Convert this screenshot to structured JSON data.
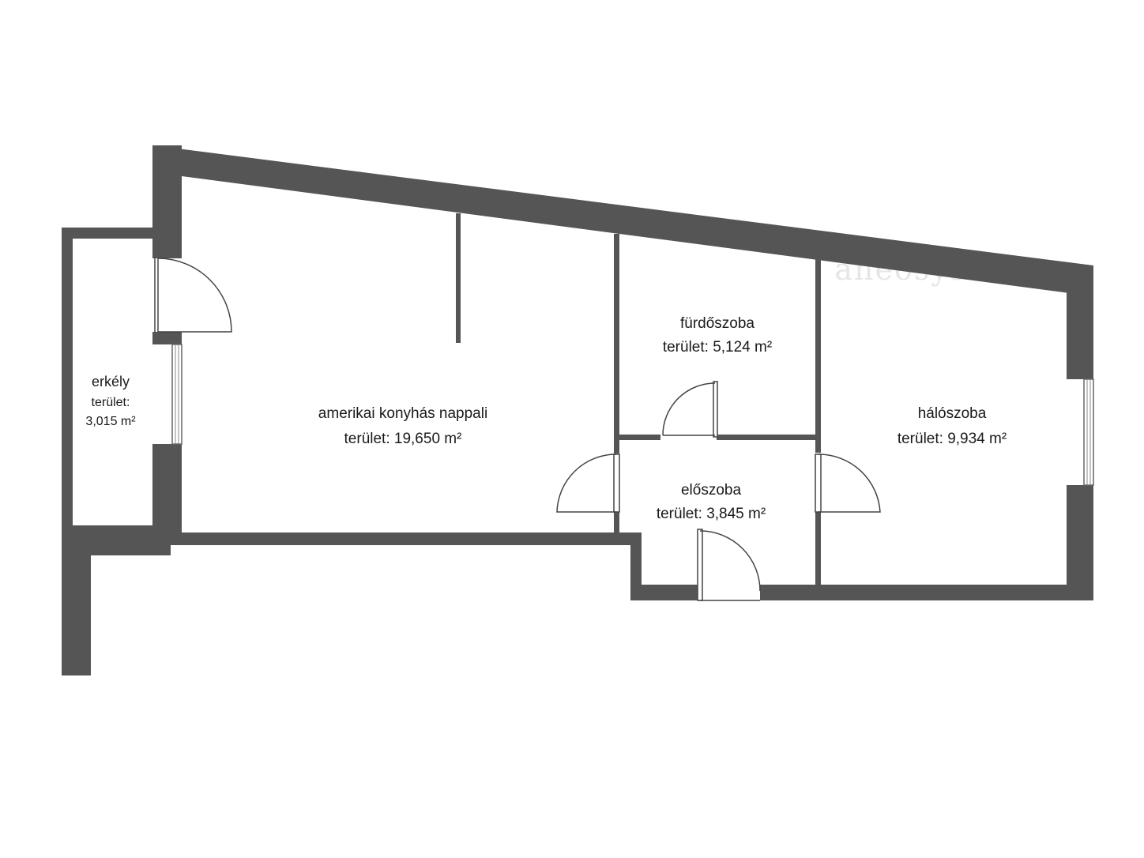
{
  "watermark": "aneosys.com",
  "rooms": {
    "living": {
      "name": "amerikai konyhás nappali",
      "area": "terület: 19,650 m²"
    },
    "bathroom": {
      "name": "fürdőszoba",
      "area": "terület: 5,124 m²"
    },
    "bedroom": {
      "name": "hálószoba",
      "area": "terület: 9,934 m²"
    },
    "hall": {
      "name": "előszoba",
      "area": "terület: 3,845 m²"
    },
    "balcony": {
      "name": "erkély",
      "area_label": "terület:",
      "area_value": "3,015 m²"
    }
  },
  "colors": {
    "wall": "#555555",
    "background": "#ffffff",
    "text": "#1a1a1a"
  }
}
